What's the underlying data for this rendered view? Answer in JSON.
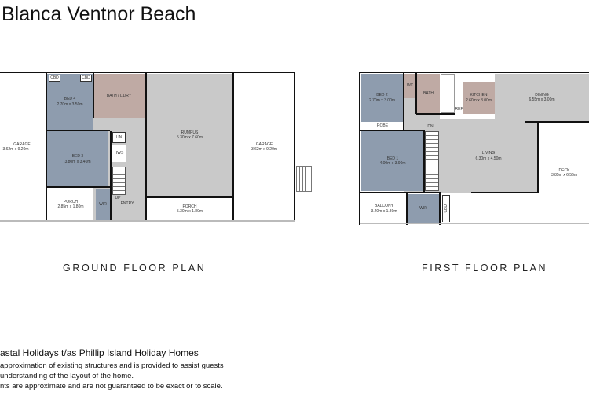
{
  "title": "Blanca Ventnor Beach",
  "ground_floor": {
    "label": "GROUND FLOOR PLAN",
    "rooms": [
      {
        "name": "GARAGE",
        "size": "3.62m x 9.20m"
      },
      {
        "name": "BED 4",
        "size": "2.70m x 3.50m"
      },
      {
        "name": "CBD"
      },
      {
        "name": "CBD"
      },
      {
        "name": "BATH / L'DRY"
      },
      {
        "name": "BED 3",
        "size": "3.80m x 3.40m"
      },
      {
        "name": "LIN"
      },
      {
        "name": "HWS"
      },
      {
        "name": "UP"
      },
      {
        "name": "ENTRY"
      },
      {
        "name": "RUMPUS",
        "size": "5.30m x 7.60m"
      },
      {
        "name": "PORCH",
        "size": "2.85m x 1.80m"
      },
      {
        "name": "WIR"
      },
      {
        "name": "PORCH",
        "size": "5.30m x 1.80m"
      },
      {
        "name": "GARAGE",
        "size": "3.62m x 9.20m"
      }
    ]
  },
  "first_floor": {
    "label": "FIRST FLOOR PLAN",
    "rooms": [
      {
        "name": "BED 2",
        "size": "2.70m x 3.00m"
      },
      {
        "name": "WC"
      },
      {
        "name": "BATH"
      },
      {
        "name": "KITCHEN",
        "size": "2.60m x 3.00m"
      },
      {
        "name": "DINING",
        "size": "6.55m x 3.00m"
      },
      {
        "name": "ROBE"
      },
      {
        "name": "DN"
      },
      {
        "name": "BED 1",
        "size": "4.00m x 3.90m"
      },
      {
        "name": "LIVING",
        "size": "6.30m x 4.50m"
      },
      {
        "name": "DECK",
        "size": "3.85m x 6.55m"
      },
      {
        "name": "BALCONY",
        "size": "3.20m x 1.80m"
      },
      {
        "name": "WIR"
      },
      {
        "name": "CBD"
      },
      {
        "name": "REF"
      }
    ]
  },
  "footer": {
    "company": "astal Holidays t/as Phillip Island Holiday Homes",
    "lines": [
      "approximation of existing structures and is provided to assist guests",
      "understanding of the layout of the home.",
      "nts are approximate and are not guaranteed to be exact or to scale."
    ]
  }
}
